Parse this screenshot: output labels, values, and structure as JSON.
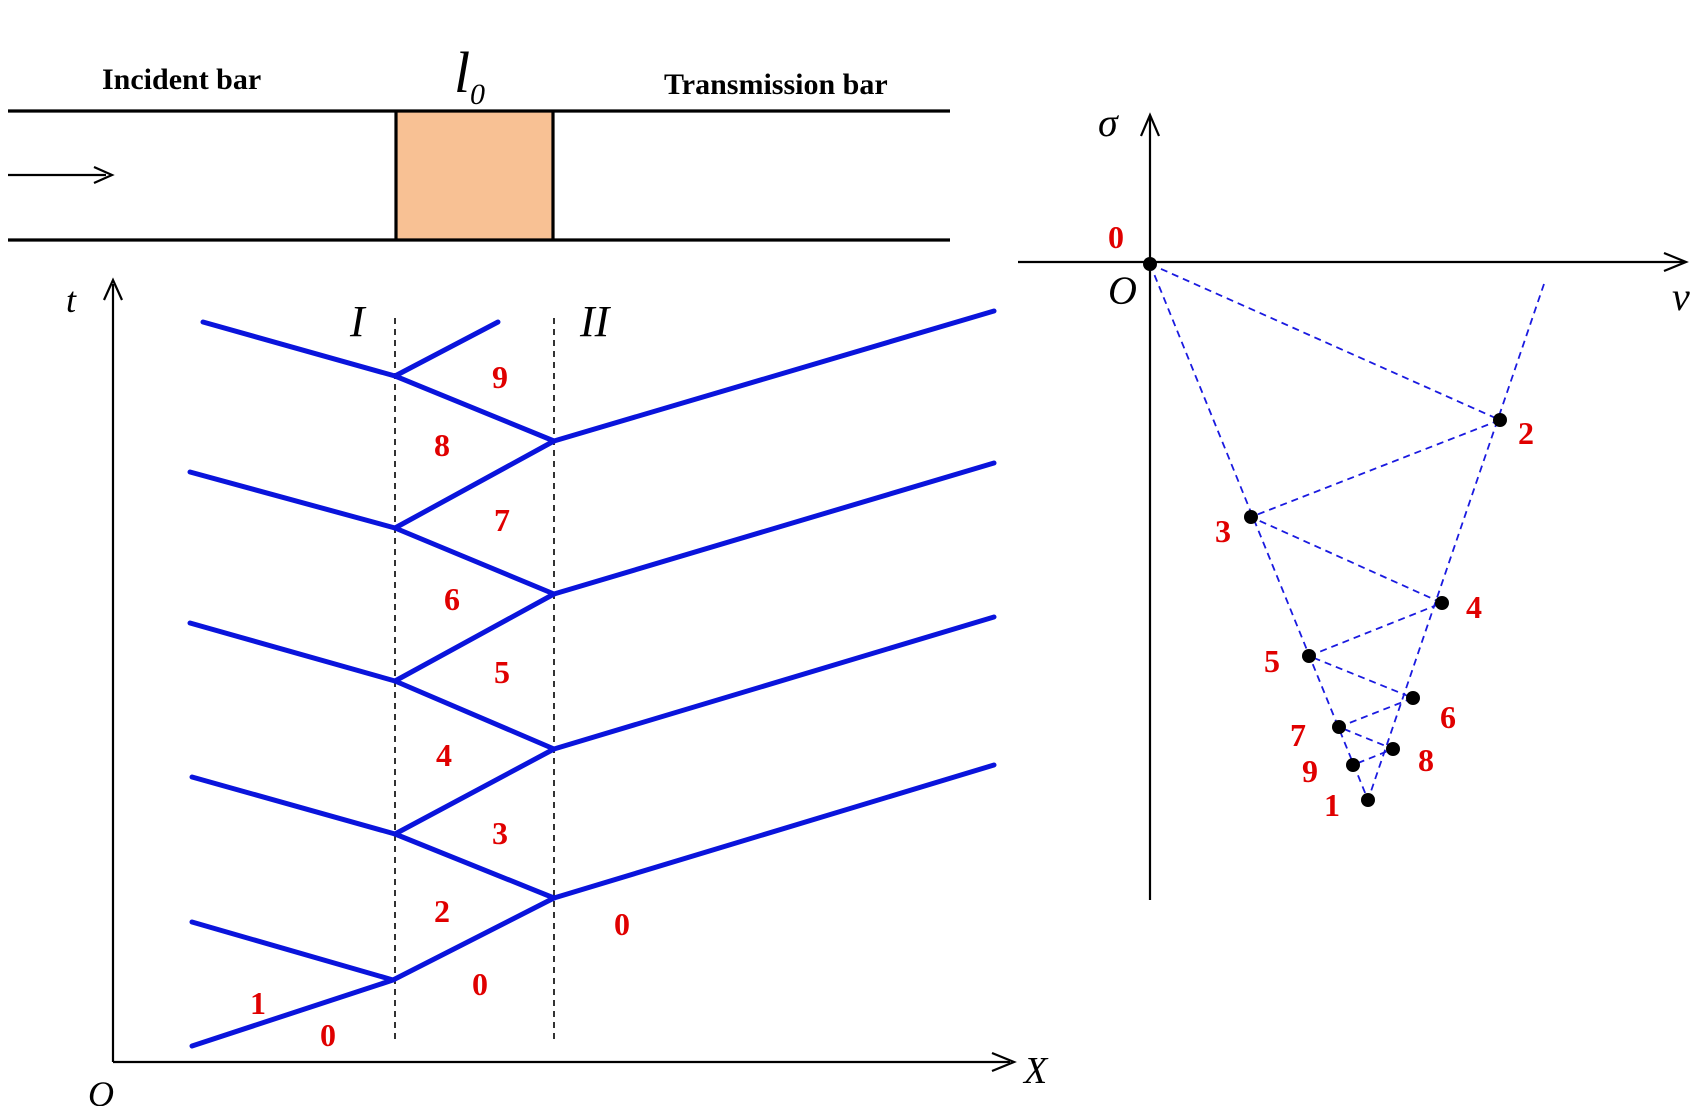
{
  "bars": {
    "incident_label": "Incident bar",
    "transmission_label": "Transmission bar",
    "specimen_symbol": "l",
    "specimen_subscript": "0"
  },
  "colors": {
    "wave_lines": "#0a14dc",
    "region_numbers": "#e00000",
    "specimen_fill": "#f8c194"
  },
  "xt_diagram": {
    "t_axis_label": "t",
    "x_axis_label": "X",
    "origin_label": "O",
    "interface_labels": [
      "I",
      "II"
    ],
    "region_labels": [
      "1",
      "0",
      "0",
      "0",
      "2",
      "3",
      "4",
      "5",
      "6",
      "7",
      "8",
      "9"
    ]
  },
  "state_diagram": {
    "sigma_axis_label": "σ",
    "v_axis_label": "v",
    "origin_label": "O",
    "origin_state_label": "0",
    "state_labels": [
      "2",
      "3",
      "4",
      "5",
      "6",
      "7",
      "8",
      "9",
      "1"
    ]
  }
}
